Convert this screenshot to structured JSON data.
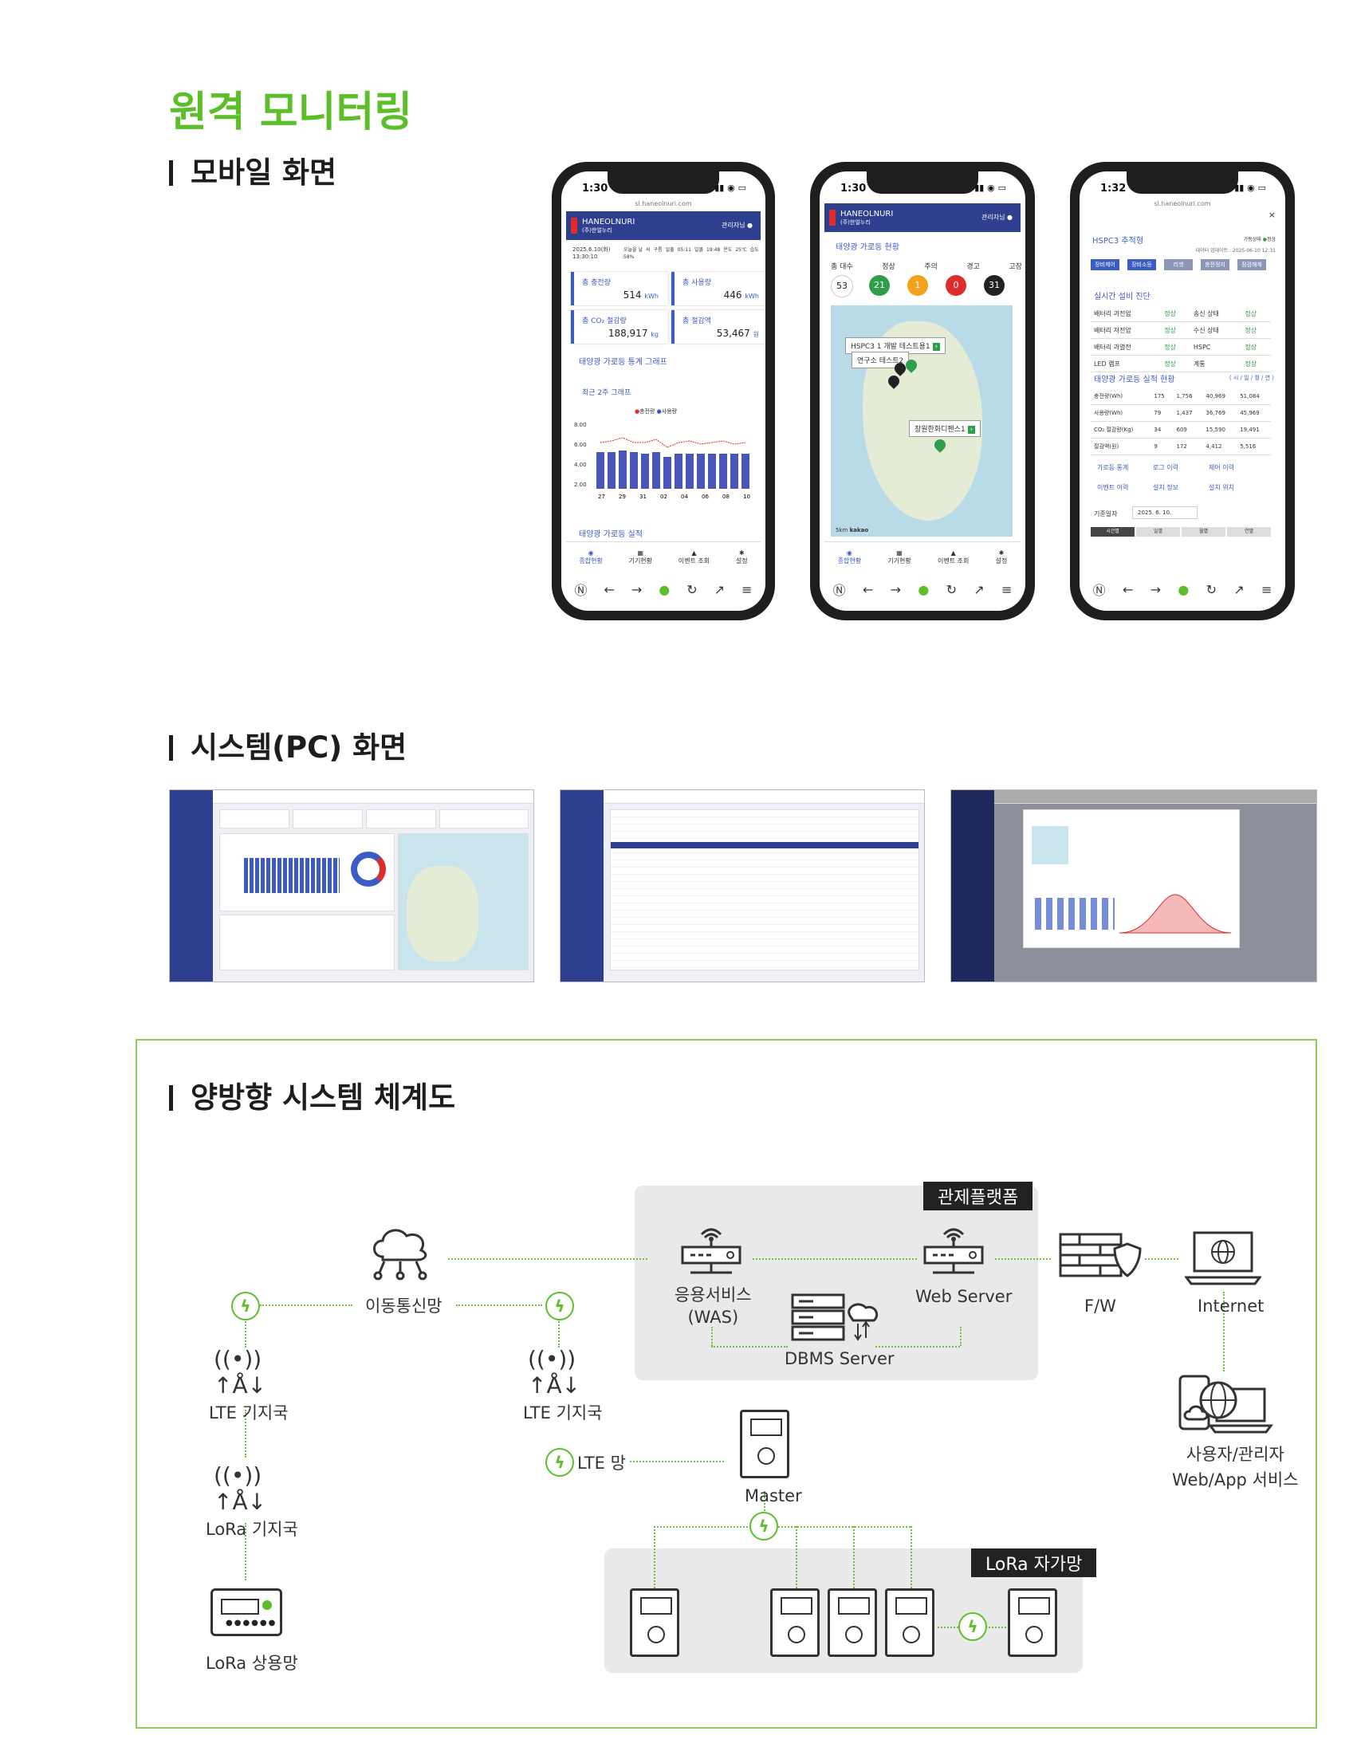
{
  "title": "원격 모니터링",
  "sections": {
    "mobile": "모바일 화면",
    "pc": "시스템(PC) 화면",
    "diagram": "양방향 시스템 체계도"
  },
  "phone1": {
    "time": "1:30",
    "url": "sl.haneolnuri.com",
    "brand": "HANEOLNURI",
    "brand_sub": "(주)한얼누리",
    "admin": "관리자님",
    "date": "2025.6.10(화)",
    "clock": "13:30:10",
    "weather": [
      "오늘을 날",
      "씨",
      "구름",
      "일출",
      "05:11",
      "일몰",
      "19:48",
      "온도",
      "25℃",
      "습도",
      "58%"
    ],
    "cards": [
      {
        "label": "총 충전량",
        "value": "514",
        "unit": "kWh"
      },
      {
        "label": "총 사용량",
        "value": "446",
        "unit": "kWh"
      },
      {
        "label": "총 CO₂ 절감량",
        "value": "188,917",
        "unit": "kg"
      },
      {
        "label": "총 절감액",
        "value": "53,467",
        "unit": "원"
      }
    ],
    "graph_title": "태양광 가로등 통계 그래프",
    "graph_sub": "최근 2주 그래프",
    "legend_charge": "충전량",
    "legend_use": "사용량",
    "yticks": [
      "8.00",
      "6.00",
      "4.00",
      "2.00"
    ],
    "xticks": [
      "27",
      "29",
      "31",
      "02",
      "04",
      "06",
      "08",
      "10"
    ],
    "perf_title": "태양광 가로등 실적"
  },
  "nav": [
    "종합현황",
    "기기현황",
    "이벤트 조회",
    "설정"
  ],
  "phone2": {
    "time": "1:30",
    "brand": "HANEOLNURI",
    "brand_sub": "(주)한얼누리",
    "admin": "관리자님",
    "heading": "태양광 가로등 현황",
    "status_labels": [
      "총 대수",
      "정상",
      "주의",
      "경고",
      "고장"
    ],
    "status_values": [
      "53",
      "21",
      "1",
      "0",
      "31"
    ],
    "popup1": "HSPC3 1",
    "popup1b": "개발 테스트용1",
    "popup2": "연구소 테스트2",
    "popup3": "창원한화디펜스1",
    "scale": "5km",
    "kakao": "kakao"
  },
  "phone3": {
    "time": "1:32",
    "url": "sl.haneolnuri.com",
    "device": "HSPC3 추적형",
    "state": "가동상태",
    "state_val": "정상",
    "update": "데이터 업데이트 : 2025-06-10 12:31",
    "buttons": [
      "장비제어",
      "장비소등",
      "리셋",
      "충전정지",
      "점검해제"
    ],
    "diag_title": "실시간 설비 진단",
    "diag": [
      [
        "배터리 과전압",
        "정상",
        "송신 상태",
        "정상"
      ],
      [
        "배터리 저전압",
        "정상",
        "수신 상태",
        "정상"
      ],
      [
        "배터리 과열전",
        "정상",
        "HSPC",
        "정상"
      ],
      [
        "LED 램프",
        "정상",
        "계통",
        "정상"
      ]
    ],
    "perf_title": "태양광 가로등 실적 현황",
    "perf_units": "( 시 / 일 / 월 / 연 )",
    "perf": [
      [
        "충전량(Wh)",
        "175",
        "1,756",
        "40,969",
        "51,084"
      ],
      [
        "사용량(Wh)",
        "79",
        "1,437",
        "36,769",
        "45,969"
      ],
      [
        "CO₂ 절감량(Kg)",
        "34",
        "609",
        "15,590",
        "19,491"
      ],
      [
        "절감액(원)",
        "9",
        "172",
        "4,412",
        "5,516"
      ]
    ],
    "links": [
      "가로등 통계",
      "로그 이력",
      "제어 이력",
      "이벤트 이력",
      "설치 정보",
      "설치 위치"
    ],
    "base_date": "기준일자",
    "date_val": "2025. 6. 10.",
    "tabs": [
      "시간별",
      "일별",
      "월별",
      "연별"
    ]
  },
  "diagram": {
    "control_platform": "관제플랫폼",
    "mobile_net": "이동통신망",
    "was": "응용서비스",
    "was2": "(WAS)",
    "web_server": "Web Server",
    "dbms": "DBMS Server",
    "fw": "F/W",
    "internet": "Internet",
    "lte1": "LTE 기지국",
    "lte2": "LTE 기지국",
    "lte_net": "LTE 망",
    "master": "Master",
    "lora_station": "LoRa 기지국",
    "lora_commercial": "LoRa 상용망",
    "lora_private": "LoRa 자가망",
    "user": "사용자/관리자",
    "user2": "Web/App 서비스"
  },
  "colors": {
    "green": "#5cbf2a",
    "navy": "#2e3f8f",
    "blue": "#3b5cc4",
    "red": "#e02b2b"
  }
}
